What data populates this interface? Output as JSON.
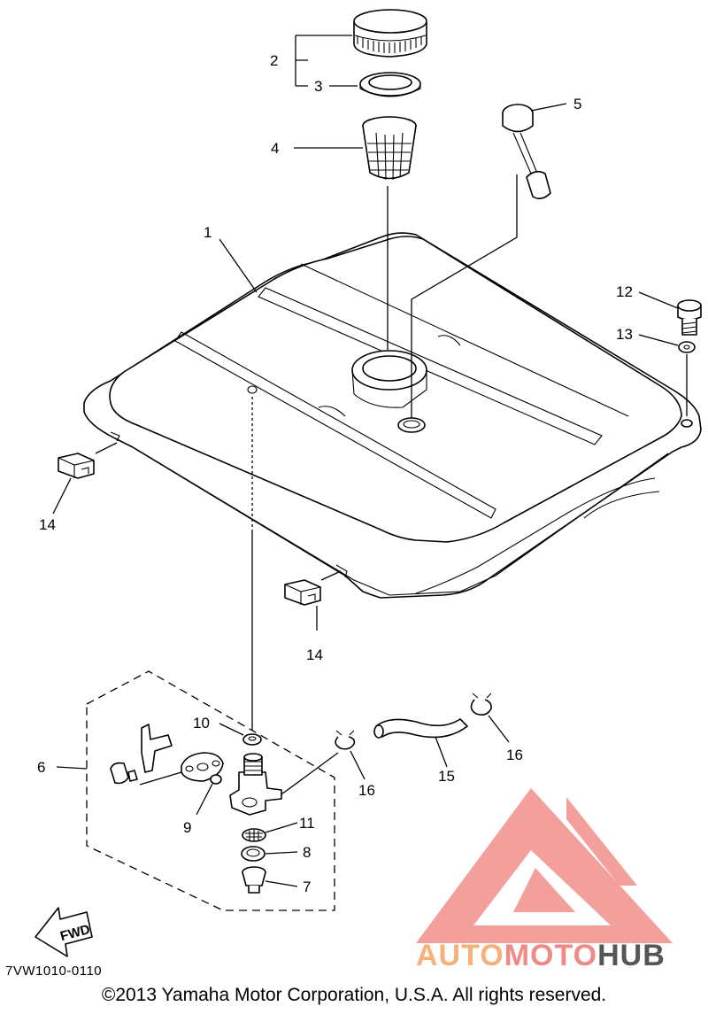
{
  "callouts": {
    "n1": "1",
    "n2": "2",
    "n3": "3",
    "n4": "4",
    "n5": "5",
    "n6": "6",
    "n7": "7",
    "n8": "8",
    "n9": "9",
    "n10": "10",
    "n11": "11",
    "n12": "12",
    "n13": "13",
    "n14a": "14",
    "n14b": "14",
    "n15": "15",
    "n16a": "16",
    "n16b": "16"
  },
  "fwd_label": "FWD",
  "diagram_code": "7VW1010-0110",
  "copyright": "©2013 Yamaha Motor Corporation, U.S.A. All rights reserved.",
  "watermark": {
    "part1": "AUTO",
    "part2": "MOTO",
    "part3": "HUB"
  },
  "colors": {
    "watermark_red": "#ef8a86",
    "watermark_orange": "#f6b07a",
    "watermark_grey": "#555555"
  }
}
